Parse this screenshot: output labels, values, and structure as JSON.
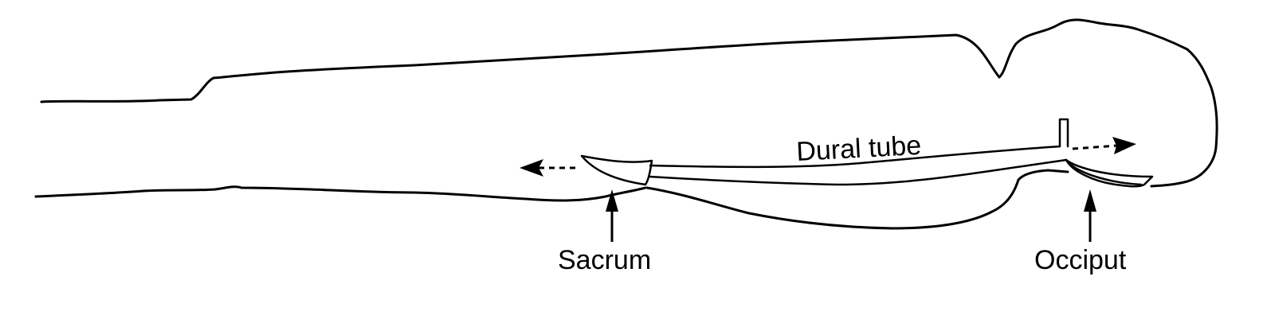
{
  "labels": {
    "dural_tube": "Dural tube",
    "sacrum": "Sacrum",
    "occiput": "Occiput"
  },
  "colors": {
    "line": "#000000",
    "background": "#ffffff"
  }
}
